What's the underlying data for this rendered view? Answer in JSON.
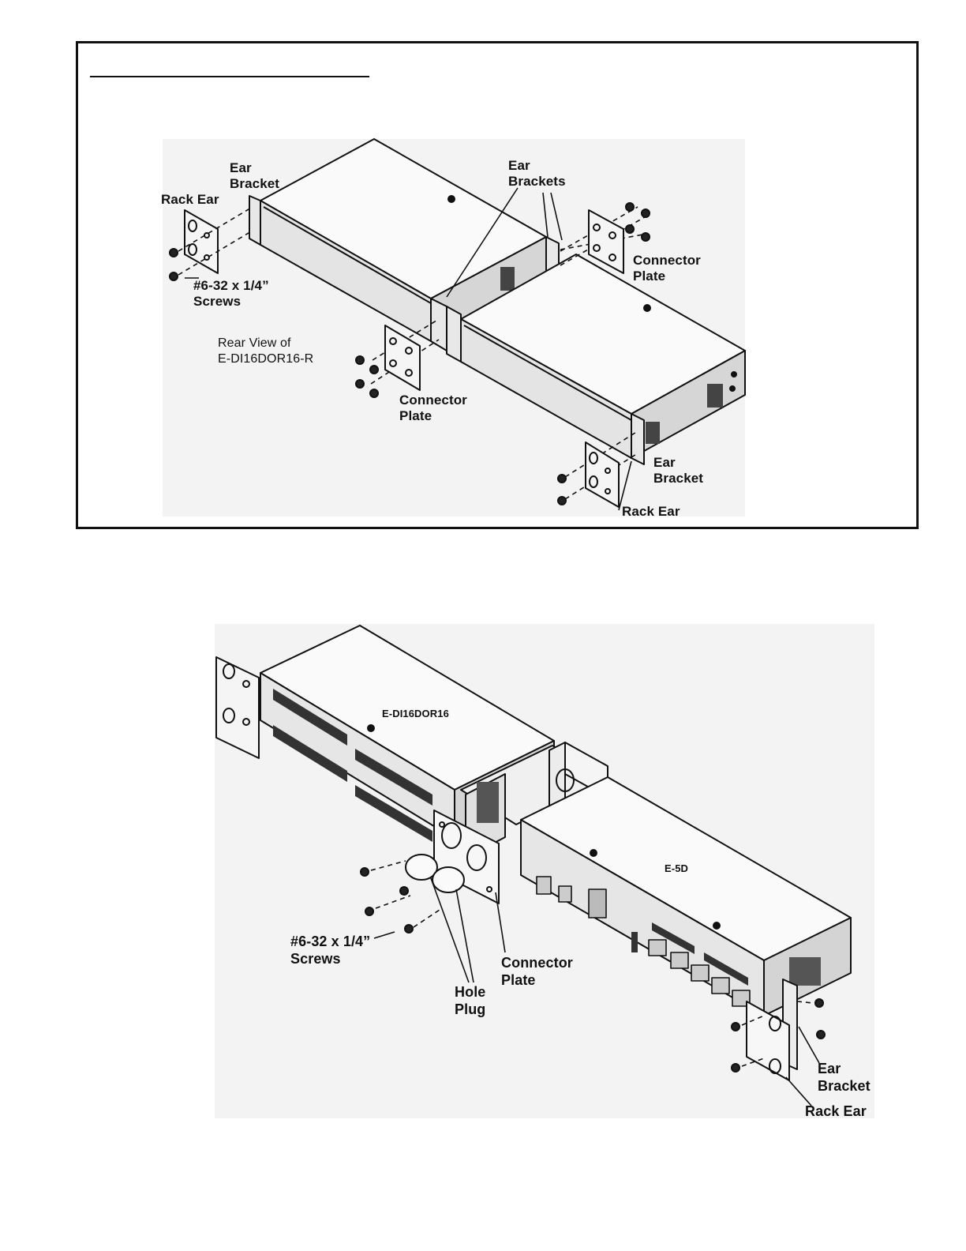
{
  "figure1": {
    "labels": {
      "ear_bracket_left": "Ear\nBracket",
      "rack_ear_left": "Rack Ear",
      "screws": "#6-32 x 1/4”\nScrews",
      "rear_view": "Rear View of\nE-DI16DOR16-R",
      "ear_brackets_middle": "Ear\nBrackets",
      "connector_plate_right": "Connector\nPlate",
      "connector_plate_bottom": "Connector\nPlate",
      "ear_bracket_right": "Ear\nBracket",
      "rack_ear_right": "Rack Ear"
    }
  },
  "figure2": {
    "labels": {
      "device_left": "E-DI16DOR16",
      "device_right": "E-5D",
      "screws": "#6-32 x 1/4”\nScrews",
      "hole_plug": "Hole\nPlug",
      "connector_plate": "Connector\nPlate",
      "ear_bracket": "Ear\nBracket",
      "rack_ear": "Rack Ear"
    }
  },
  "colors": {
    "line": "#111111",
    "panel_background": "#f3f3f3",
    "face_light": "#fafafa",
    "face_mid": "#e4e4e4",
    "face_dark": "#cfcfcf"
  }
}
